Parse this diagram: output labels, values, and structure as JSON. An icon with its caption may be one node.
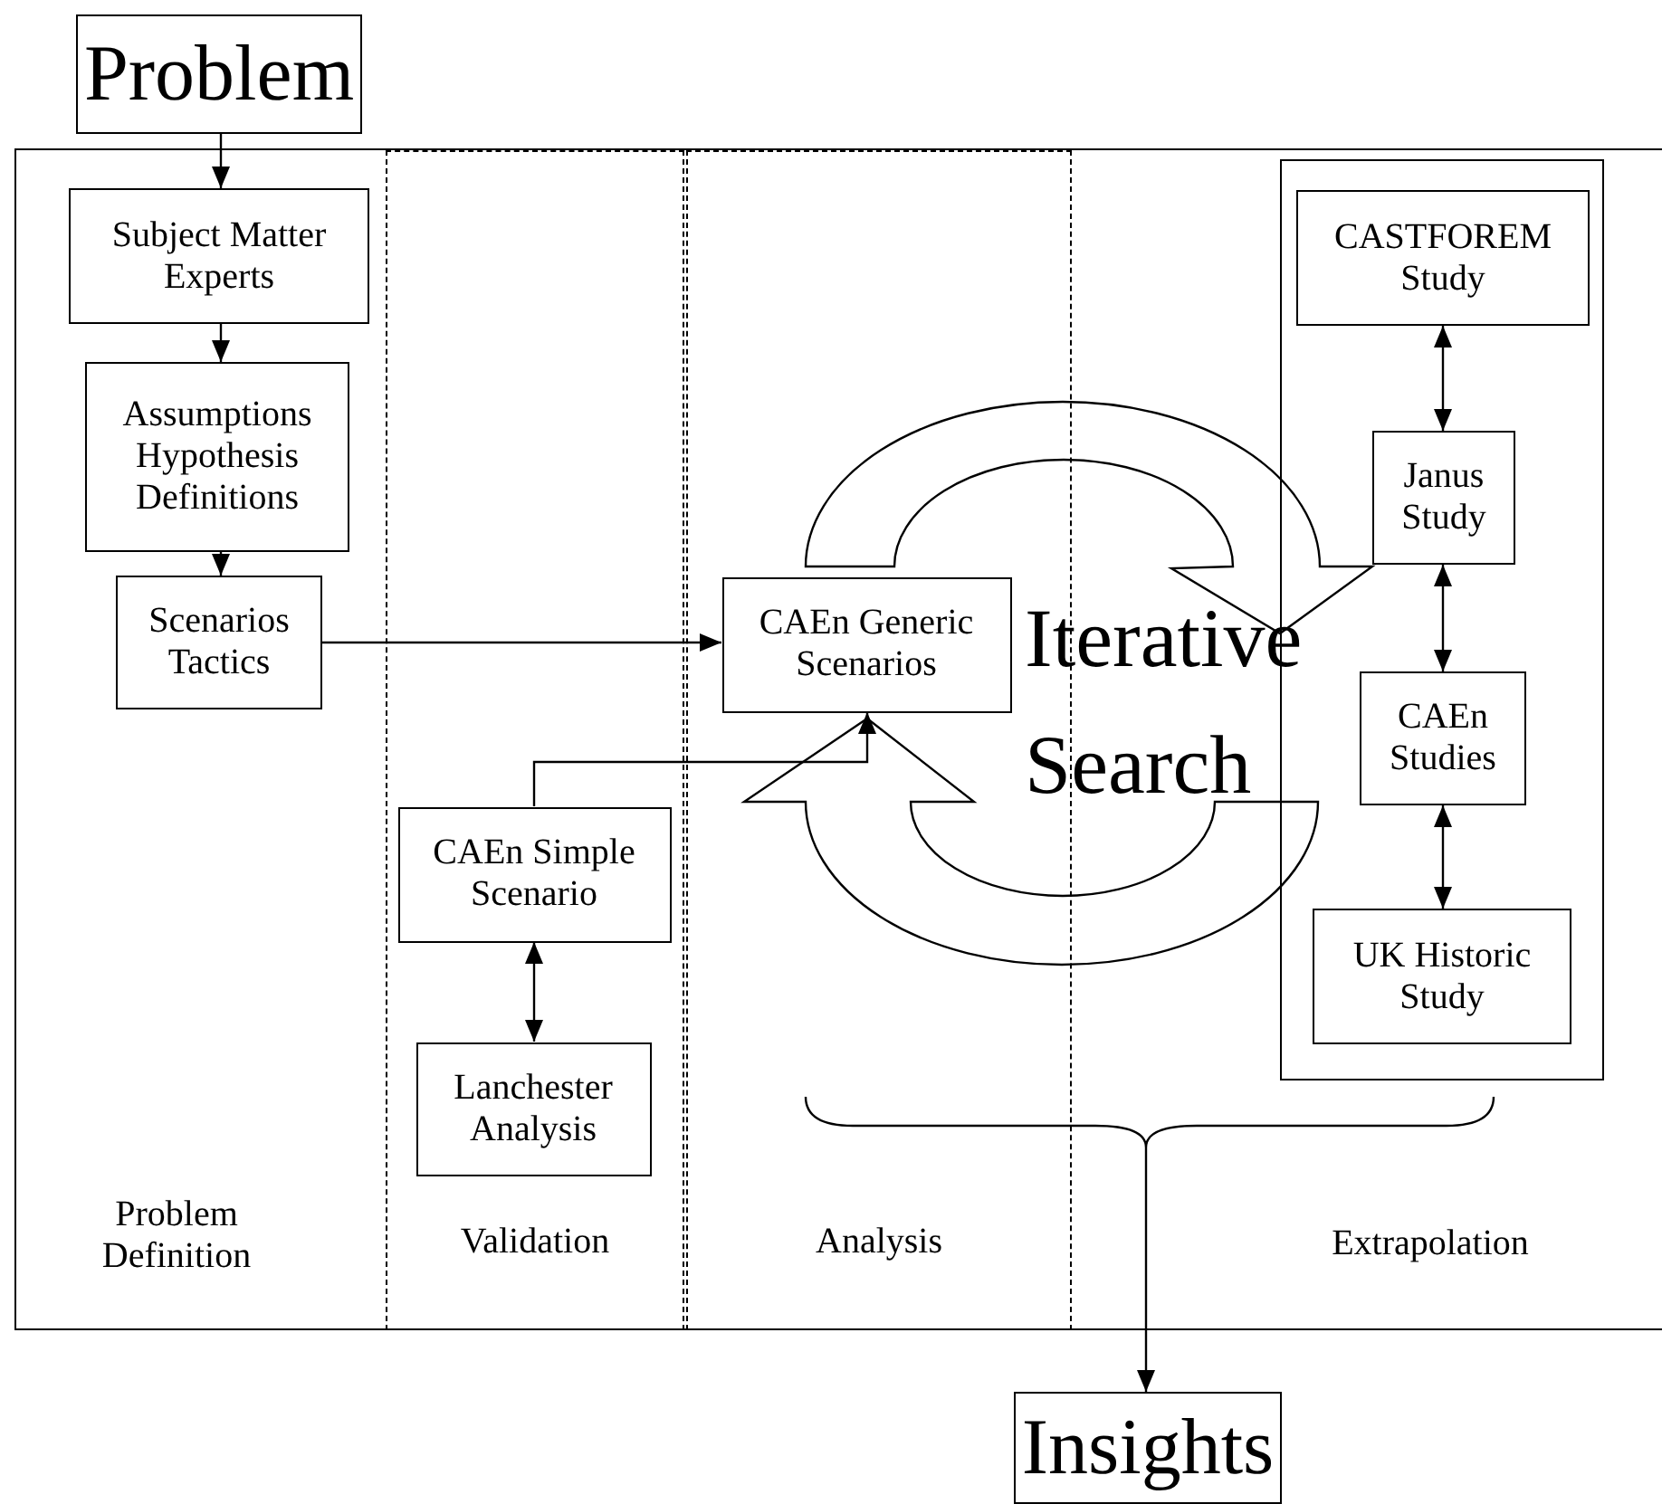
{
  "diagram": {
    "nodes": [
      {
        "text": [
          "Problem"
        ]
      },
      {
        "text": [],
        "shape": "box"
      },
      {
        "text": [
          "Validation"
        ],
        "in": 1
      },
      {
        "text": [
          "Analysis"
        ],
        "in": 1
      },
      {
        "text": [
          "Subject Matter Experts"
        ],
        "in": 1
      },
      {
        "text": [
          "Assumptions Hypothesis Definitions"
        ],
        "in": 1
      },
      {
        "text": [
          "Scenarios Tactics"
        ],
        "in": 1
      },
      {
        "text": [
          "CAEn Generic Scenarios"
        ],
        "in": 3
      },
      {
        "text": [
          "CAEn Simple Scenario"
        ],
        "in": 2
      },
      {
        "text": [
          "Lanchester Analysis"
        ],
        "in": 2
      },
      {
        "text": [],
        "shape": "box",
        "in": 1
      },
      {
        "text": [
          "CASTFOREM Study"
        ],
        "in": 10
      },
      {
        "text": [
          "Janus Study"
        ],
        "in": 10
      },
      {
        "text": [
          "CAEn Studies"
        ],
        "in": 10
      },
      {
        "text": [
          "UK Historic Study"
        ],
        "in": 10
      },
      {
        "text": [
          "Insights"
        ]
      },
      {
        "text": [],
        "shape": "bracket",
        "in": 1
      }
    ],
    "edges": [
      {
        "from": 0,
        "to": 4,
        "arrow": "to"
      },
      {
        "from": 4,
        "to": 5,
        "arrow": "to"
      },
      {
        "from": 5,
        "to": 6,
        "arrow": "to"
      },
      {
        "from": 6,
        "to": 7,
        "arrow": "to"
      },
      {
        "from": 8,
        "to": 7,
        "arrow": "to"
      },
      {
        "from": 8,
        "to": 9,
        "arrow": "both"
      },
      {
        "from": 11,
        "to": 12,
        "arrow": "both"
      },
      {
        "from": 12,
        "to": 13,
        "arrow": "both"
      },
      {
        "from": 13,
        "to": 14,
        "arrow": "both"
      },
      {
        "from": 16,
        "to": 15,
        "arrow": "to"
      }
    ],
    "labels": [
      "Iterative Search",
      "Problem Definition",
      "Extrapolation"
    ]
  }
}
